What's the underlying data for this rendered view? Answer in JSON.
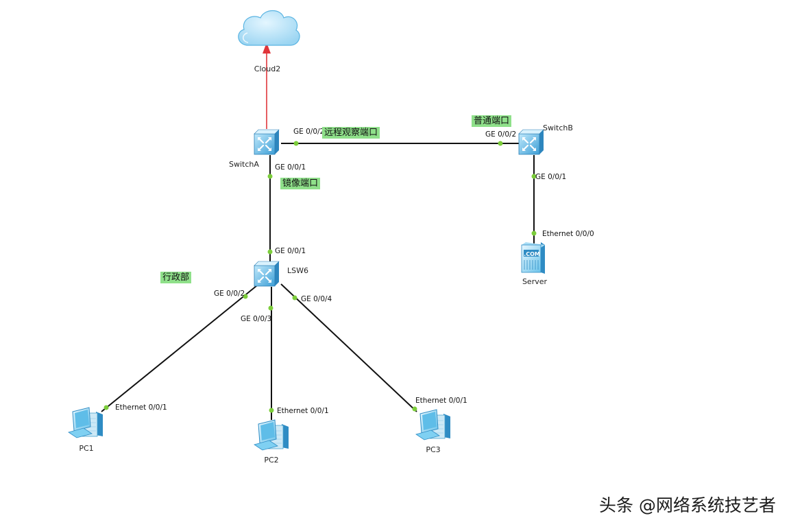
{
  "nodes": {
    "cloud": {
      "label": "Cloud2"
    },
    "switch_a": {
      "label": "SwitchA"
    },
    "switch_b": {
      "label": "SwitchB"
    },
    "lsw6": {
      "label": "LSW6"
    },
    "server": {
      "label": "Server",
      "badge": ".COM"
    },
    "pc1": {
      "label": "PC1"
    },
    "pc2": {
      "label": "PC2"
    },
    "pc3": {
      "label": "PC3"
    }
  },
  "ports": {
    "a_ge002": "GE 0/0/2",
    "b_ge002": "GE 0/0/2",
    "a_ge001": "GE 0/0/1",
    "lsw_ge001": "GE 0/0/1",
    "b_ge001": "GE 0/0/1",
    "server_eth": "Ethernet 0/0/0",
    "lsw_ge002": "GE 0/0/2",
    "lsw_ge003": "GE 0/0/3",
    "lsw_ge004": "GE 0/0/4",
    "pc1_eth": "Ethernet 0/0/1",
    "pc2_eth": "Ethernet 0/0/1",
    "pc3_eth": "Ethernet 0/0/1"
  },
  "notes": {
    "remote_observe_port": "远程观察端口",
    "normal_port": "普通端口",
    "mirror_port": "镜像端口",
    "admin_dept": "行政部"
  },
  "watermark": "头条 @网络系统技艺者",
  "colors": {
    "link": "#111111",
    "port_dot": "#7ccd3b",
    "red_link": "#e0353a",
    "note_bg": "#8fe08a",
    "device_blue": "#3fa9d8"
  }
}
